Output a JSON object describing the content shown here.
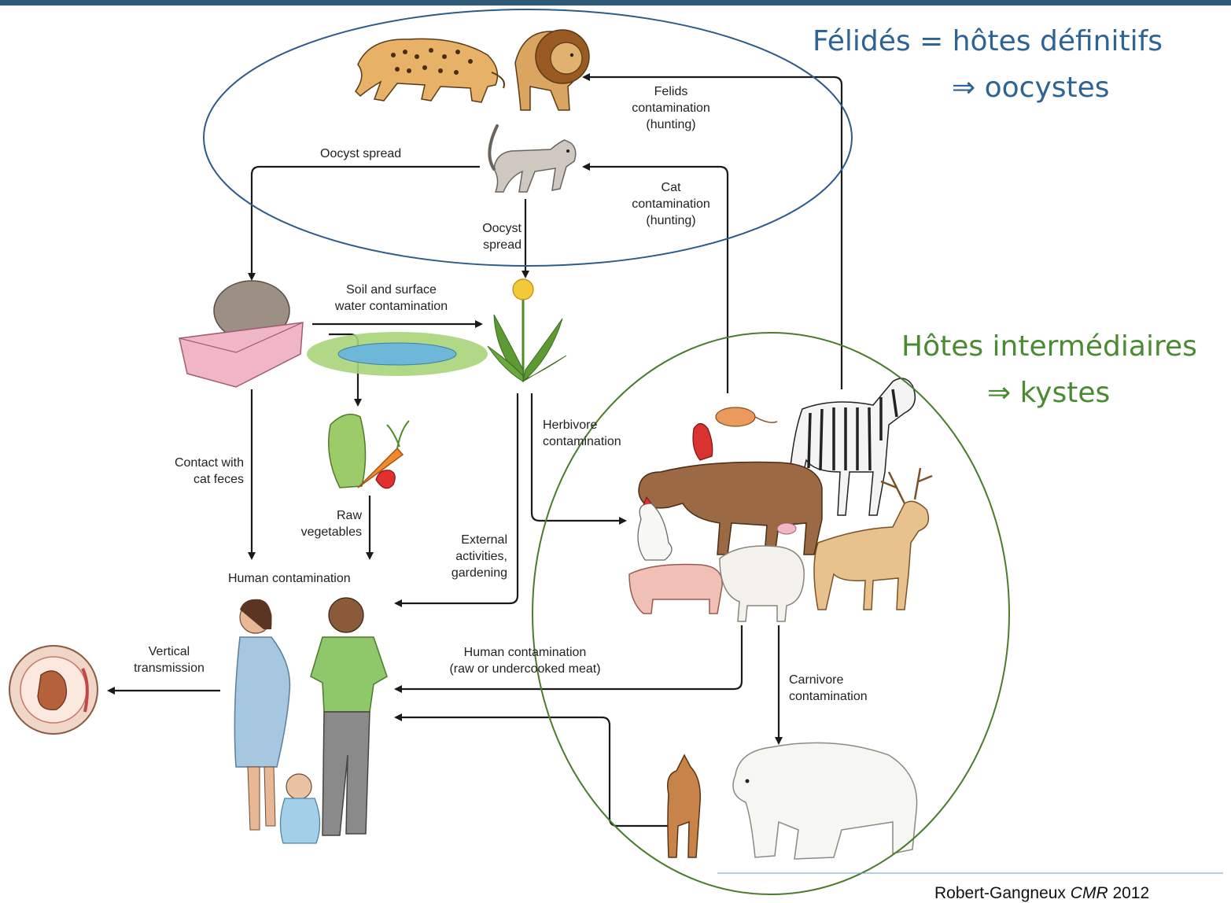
{
  "annotations": {
    "felids_line1": "Félidés = hôtes définitifs",
    "felids_line2": "⇒ oocystes",
    "intermediate_line1": "Hôtes intermédiaires",
    "intermediate_line2": "⇒ kystes"
  },
  "labels": {
    "felids_contamination": [
      "Felids",
      "contamination",
      "(hunting)"
    ],
    "oocyst_spread_left": "Oocyst spread",
    "cat_contamination": [
      "Cat",
      "contamination",
      "(hunting)"
    ],
    "oocyst_spread_center": [
      "Oocyst",
      "spread"
    ],
    "soil_water": [
      "Soil and surface",
      "water contamination"
    ],
    "herbivore": [
      "Herbivore",
      "contamination"
    ],
    "contact_feces": [
      "Contact with",
      "cat feces"
    ],
    "raw_vegetables": [
      "Raw",
      "vegetables"
    ],
    "external_activities": [
      "External",
      "activities,",
      "gardening"
    ],
    "human_contamination": "Human contamination",
    "vertical_transmission": [
      "Vertical",
      "transmission"
    ],
    "human_meat": [
      "Human contamination",
      "(raw or undercooked meat)"
    ],
    "carnivore": [
      "Carnivore",
      "contamination"
    ]
  },
  "citation": {
    "author": "Robert-Gangneux ",
    "journal": "CMR",
    "year": " 2012"
  },
  "colors": {
    "felid_ellipse": "#2e5a8a",
    "intermediate_ellipse": "#4c7a2e",
    "annotation_blue": "#2e6394",
    "annotation_green": "#4a8a32",
    "arrow": "#1a1a1a"
  }
}
